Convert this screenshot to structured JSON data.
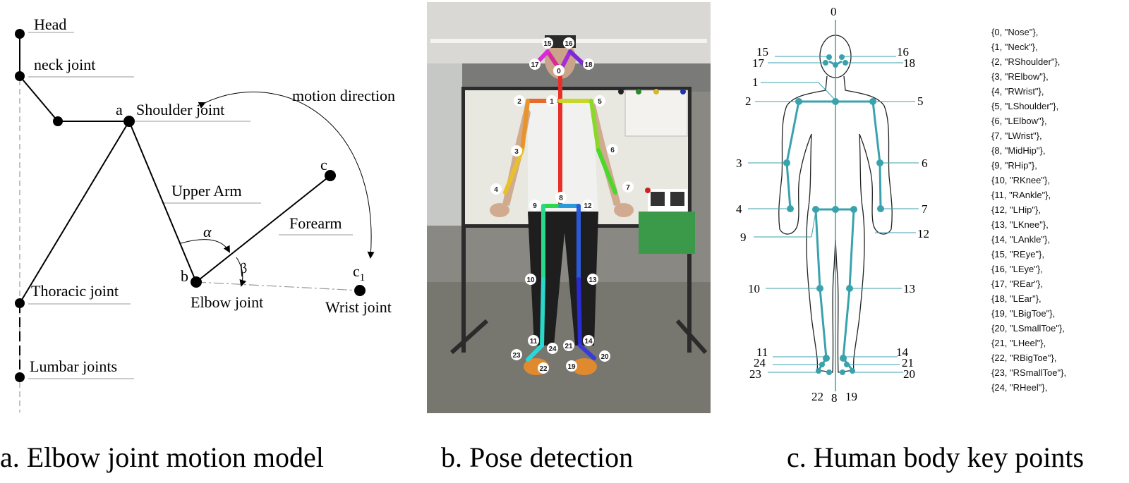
{
  "panel_a": {
    "head": "Head",
    "neck": "neck joint",
    "shoulder_letter": "a",
    "shoulder": "Shoulder joint",
    "motion": "motion direction",
    "upper_arm": "Upper Arm",
    "c_letter": "c",
    "forearm": "Forearm",
    "alpha": "α",
    "beta": "β",
    "b_letter": "b",
    "c1_letter": "c",
    "c1_sub": "1",
    "thoracic": "Thoracic joint",
    "elbow": "Elbow joint",
    "wrist": "Wrist joint",
    "lumbar": "Lumbar joints"
  },
  "panel_b": {
    "badges": [
      "15",
      "16",
      "17",
      "0",
      "18",
      "2",
      "1",
      "5",
      "3",
      "6",
      "4",
      "7",
      "8",
      "9",
      "12",
      "10",
      "13",
      "11",
      "24",
      "21",
      "14",
      "23",
      "22",
      "19",
      "20"
    ]
  },
  "panel_c": {
    "labels": [
      "0",
      "15",
      "16",
      "17",
      "18",
      "1",
      "2",
      "5",
      "3",
      "6",
      "4",
      "7",
      "9",
      "12",
      "10",
      "13",
      "11",
      "14",
      "24",
      "21",
      "23",
      "20",
      "22",
      "8",
      "19"
    ],
    "keypoint_list": [
      "{0,  \"Nose\"},",
      "{1,  \"Neck\"},",
      "{2,  \"RShoulder\"},",
      "{3,  \"RElbow\"},",
      "{4,  \"RWrist\"},",
      "{5,  \"LShoulder\"},",
      "{6,  \"LElbow\"},",
      "{7,  \"LWrist\"},",
      "{8,  \"MidHip\"},",
      "{9,  \"RHip\"},",
      "{10, \"RKnee\"},",
      "{11, \"RAnkle\"},",
      "{12, \"LHip\"},",
      "{13, \"LKnee\"},",
      "{14, \"LAnkle\"},",
      "{15, \"REye\"},",
      "{16, \"LEye\"},",
      "{17, \"REar\"},",
      "{18, \"LEar\"},",
      "{19, \"LBigToe\"},",
      "{20, \"LSmallToe\"},",
      "{21, \"LHeel\"},",
      "{22, \"RBigToe\"},",
      "{23, \"RSmallToe\"},",
      "{24, \"RHeel\"},"
    ]
  },
  "captions": {
    "a": "a. Elbow joint motion model",
    "b": "b. Pose detection",
    "c": "c. Human body key points"
  }
}
